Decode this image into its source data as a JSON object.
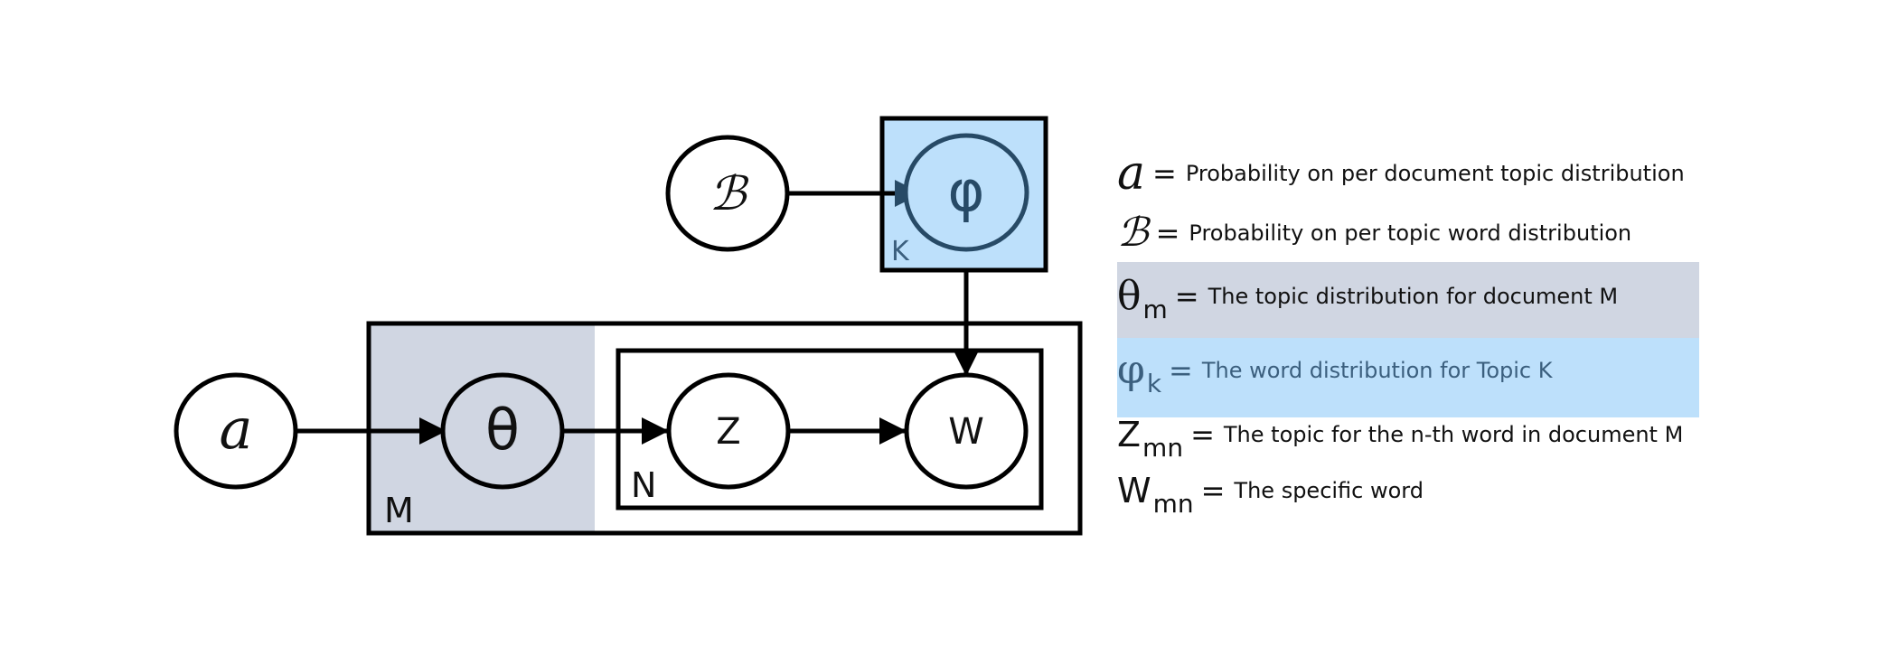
{
  "colors": {
    "phi_plate_fill": "#bde0fb",
    "phi_node_stroke": "#274a66",
    "theta_plate_fill": "#d0d6e2",
    "stroke": "#000000",
    "phi_text": "#3b5f7e",
    "theta_band": "#d0d6e2",
    "phi_band": "#bde0fb"
  },
  "nodes": {
    "alpha": "a",
    "beta": "ℬ",
    "theta": "θ",
    "phi": "φ",
    "z": "Z",
    "w": "W"
  },
  "plates": {
    "k": "K",
    "m": "M",
    "n": "N"
  },
  "legend": {
    "alpha": {
      "symbol": "a",
      "eq": "=",
      "text": "Probability on per document topic distribution"
    },
    "beta": {
      "symbol": "ℬ",
      "eq": "=",
      "text": "Probability on per topic word distribution"
    },
    "theta": {
      "symbol": "θ",
      "sub": "m",
      "eq": "=",
      "text": "The topic distribution for document M"
    },
    "phi": {
      "symbol": "φ",
      "sub": "k",
      "eq": "=",
      "text": "The word distribution for Topic K"
    },
    "z": {
      "symbol": "Z",
      "sub": "mn",
      "eq": "=",
      "text": "The topic for the n-th word in document M"
    },
    "w": {
      "symbol": "W",
      "sub": "mn",
      "eq": "=",
      "text": "The specific word"
    }
  }
}
